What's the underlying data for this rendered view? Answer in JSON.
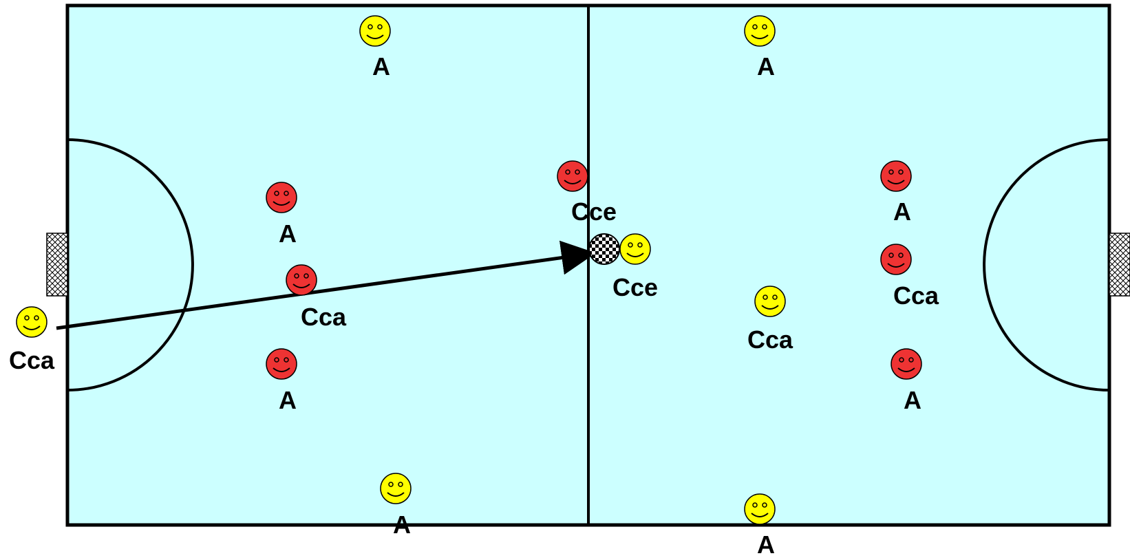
{
  "colors": {
    "field": "#ccffff",
    "lines": "#000000",
    "yellow_player": "#ffff00",
    "red_player": "#ee3333"
  },
  "players": [
    {
      "id": "y-top-left",
      "team": "yellow",
      "label": "A"
    },
    {
      "id": "y-top-right",
      "team": "yellow",
      "label": "A"
    },
    {
      "id": "y-bottom-left",
      "team": "yellow",
      "label": "A"
    },
    {
      "id": "y-bottom-right",
      "team": "yellow",
      "label": "A"
    },
    {
      "id": "y-outside-left",
      "team": "yellow",
      "label": "Cca"
    },
    {
      "id": "y-center-ball",
      "team": "yellow",
      "label": "Cce"
    },
    {
      "id": "y-right-mid",
      "team": "yellow",
      "label": "Cca"
    },
    {
      "id": "r-left-top",
      "team": "red",
      "label": "A"
    },
    {
      "id": "r-left-mid",
      "team": "red",
      "label": "Cca"
    },
    {
      "id": "r-left-bottom",
      "team": "red",
      "label": "A"
    },
    {
      "id": "r-center",
      "team": "red",
      "label": "Cce"
    },
    {
      "id": "r-right-top",
      "team": "red",
      "label": "A"
    },
    {
      "id": "r-right-mid",
      "team": "red",
      "label": "Cca"
    },
    {
      "id": "r-right-bottom",
      "team": "red",
      "label": "A"
    }
  ],
  "ball": {
    "pattern": "checkered"
  },
  "arrow": {
    "from": "y-outside-left",
    "to": "ball"
  }
}
